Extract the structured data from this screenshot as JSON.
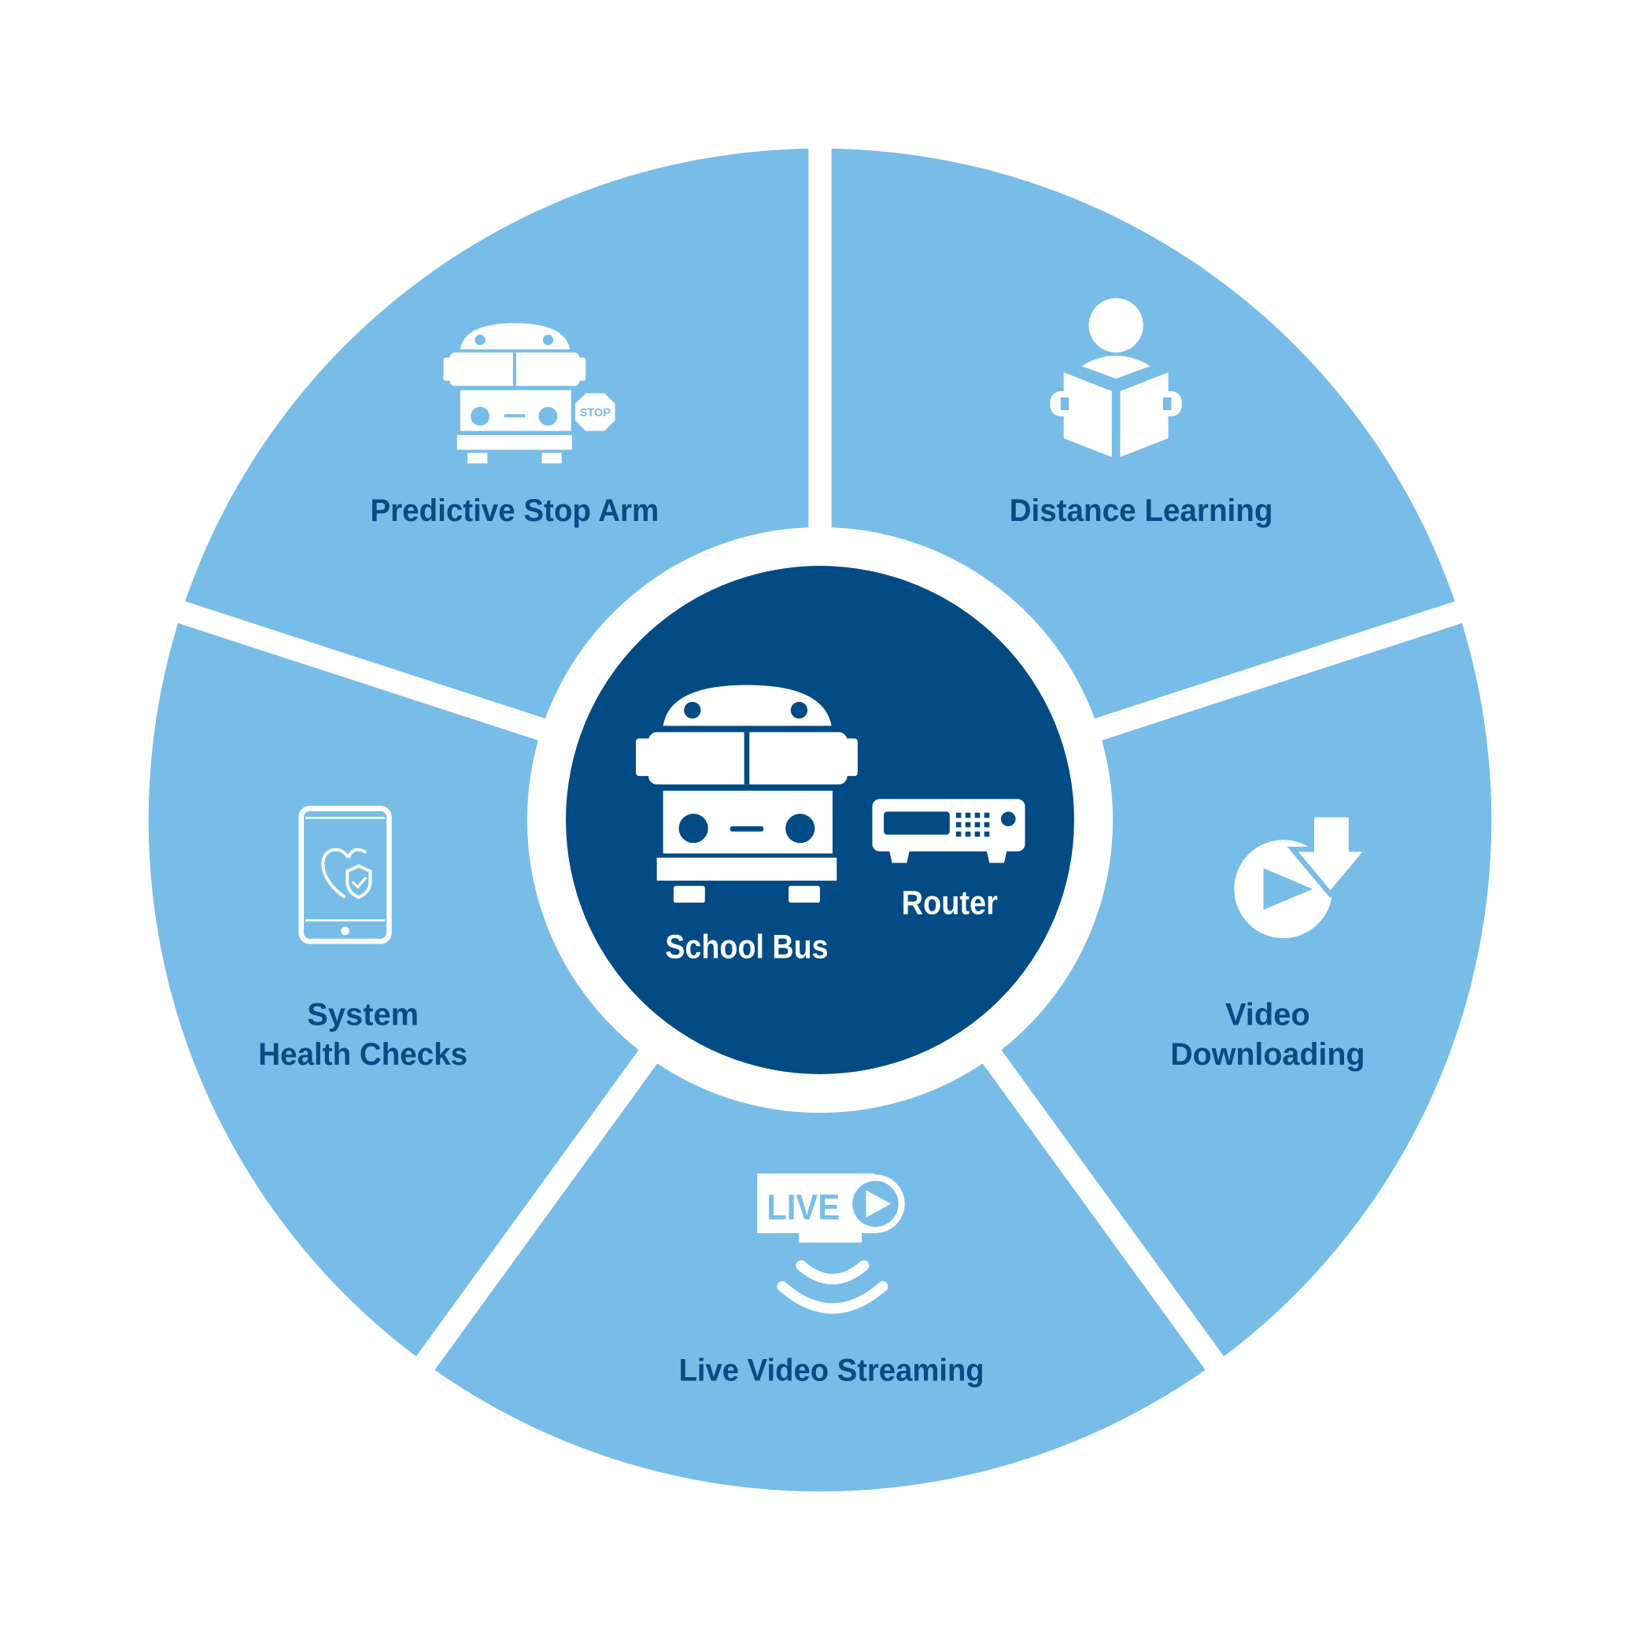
{
  "colors": {
    "segment": "#78bde8",
    "center": "#024b84",
    "label": "#0a4a85",
    "background": "#ffffff"
  },
  "center": {
    "items": [
      {
        "label": "School Bus",
        "icon": "school-bus-icon"
      },
      {
        "label": "Router",
        "icon": "router-icon"
      }
    ]
  },
  "segments": [
    {
      "label": "Predictive Stop Arm",
      "icon": "bus-stop-arm-icon",
      "icon_text": "STOP"
    },
    {
      "label": "Distance Learning",
      "icon": "reading-person-icon"
    },
    {
      "label_line1": "Video",
      "label_line2": "Downloading",
      "icon": "video-download-icon"
    },
    {
      "label": "Live Video Streaming",
      "icon": "live-stream-icon",
      "icon_text": "LIVE"
    },
    {
      "label_line1": "System",
      "label_line2": "Health Checks",
      "icon": "tablet-health-icon"
    }
  ]
}
